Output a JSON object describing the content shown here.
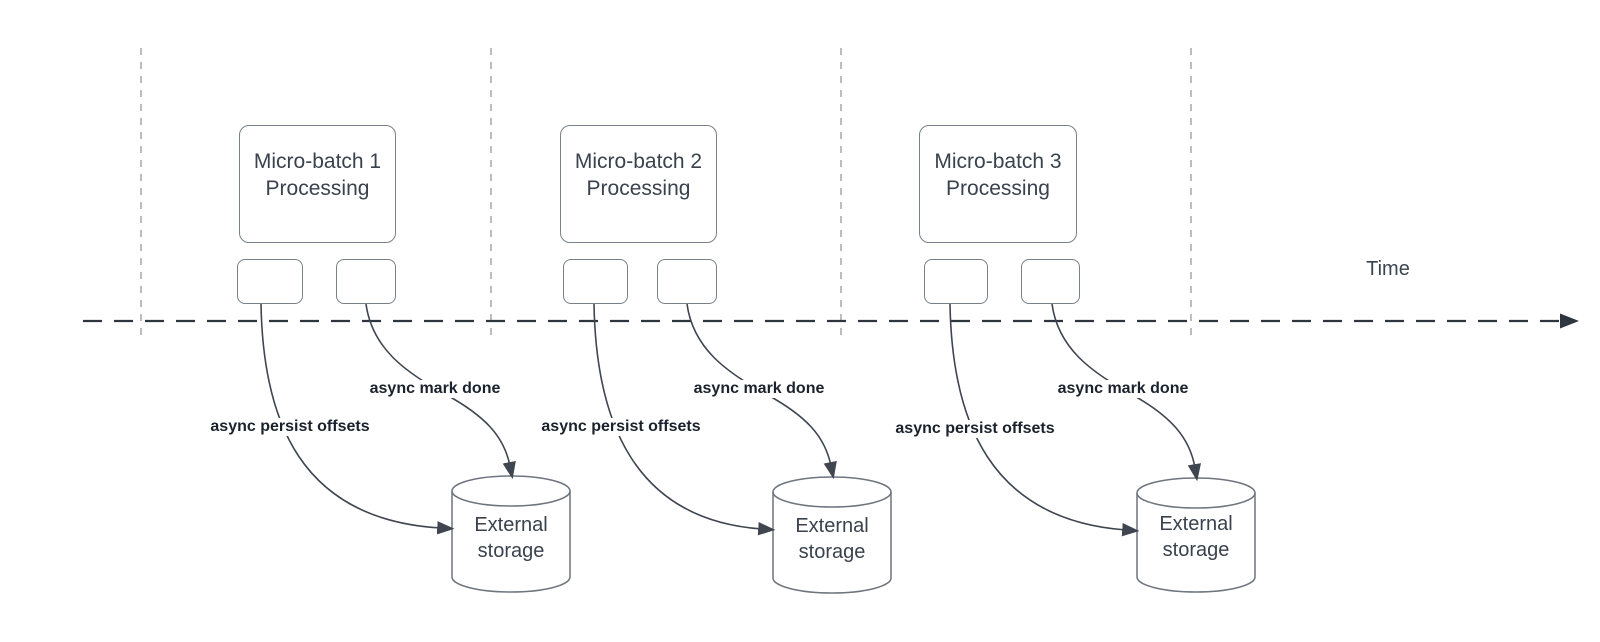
{
  "diagram": {
    "time_axis": {
      "label": "Time"
    },
    "batches": [
      {
        "title_line1": "Micro-batch 1",
        "title_line2": "Processing",
        "persist_label": "async persist offsets",
        "mark_done_label": "async mark done",
        "storage": {
          "line1": "External",
          "line2": "storage"
        }
      },
      {
        "title_line1": "Micro-batch 2",
        "title_line2": "Processing",
        "persist_label": "async persist offsets",
        "mark_done_label": "async mark done",
        "storage": {
          "line1": "External",
          "line2": "storage"
        }
      },
      {
        "title_line1": "Micro-batch 3",
        "title_line2": "Processing",
        "persist_label": "async persist offsets",
        "mark_done_label": "async mark done",
        "storage": {
          "line1": "External",
          "line2": "storage"
        }
      }
    ],
    "colors": {
      "background": "#ffffff",
      "shape_border": "#788089",
      "connector_stroke": "#3f4650",
      "timeline_stroke": "#2e353f",
      "guide_line": "#abadb1",
      "shape_text": "#3a424d",
      "label_text": "#1b222c"
    }
  }
}
